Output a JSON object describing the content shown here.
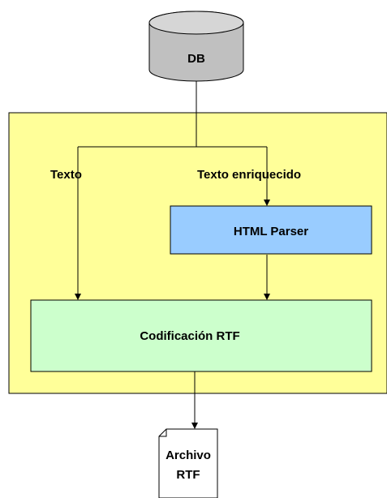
{
  "colors": {
    "db_fill": "#c0c0c0",
    "db_top": "#d6d6d6",
    "container_fill": "#ffff99",
    "parser_fill": "#99ccff",
    "codificacion_fill": "#ccffcc",
    "document_fill": "#ffffff",
    "stroke": "#000000"
  },
  "nodes": {
    "db": "DB",
    "parser": "HTML Parser",
    "codificacion": "Codificación RTF",
    "archivo_line1": "Archivo",
    "archivo_line2": "RTF"
  },
  "edges": {
    "texto": "Texto",
    "texto_enriquecido": "Texto enriquecido"
  }
}
